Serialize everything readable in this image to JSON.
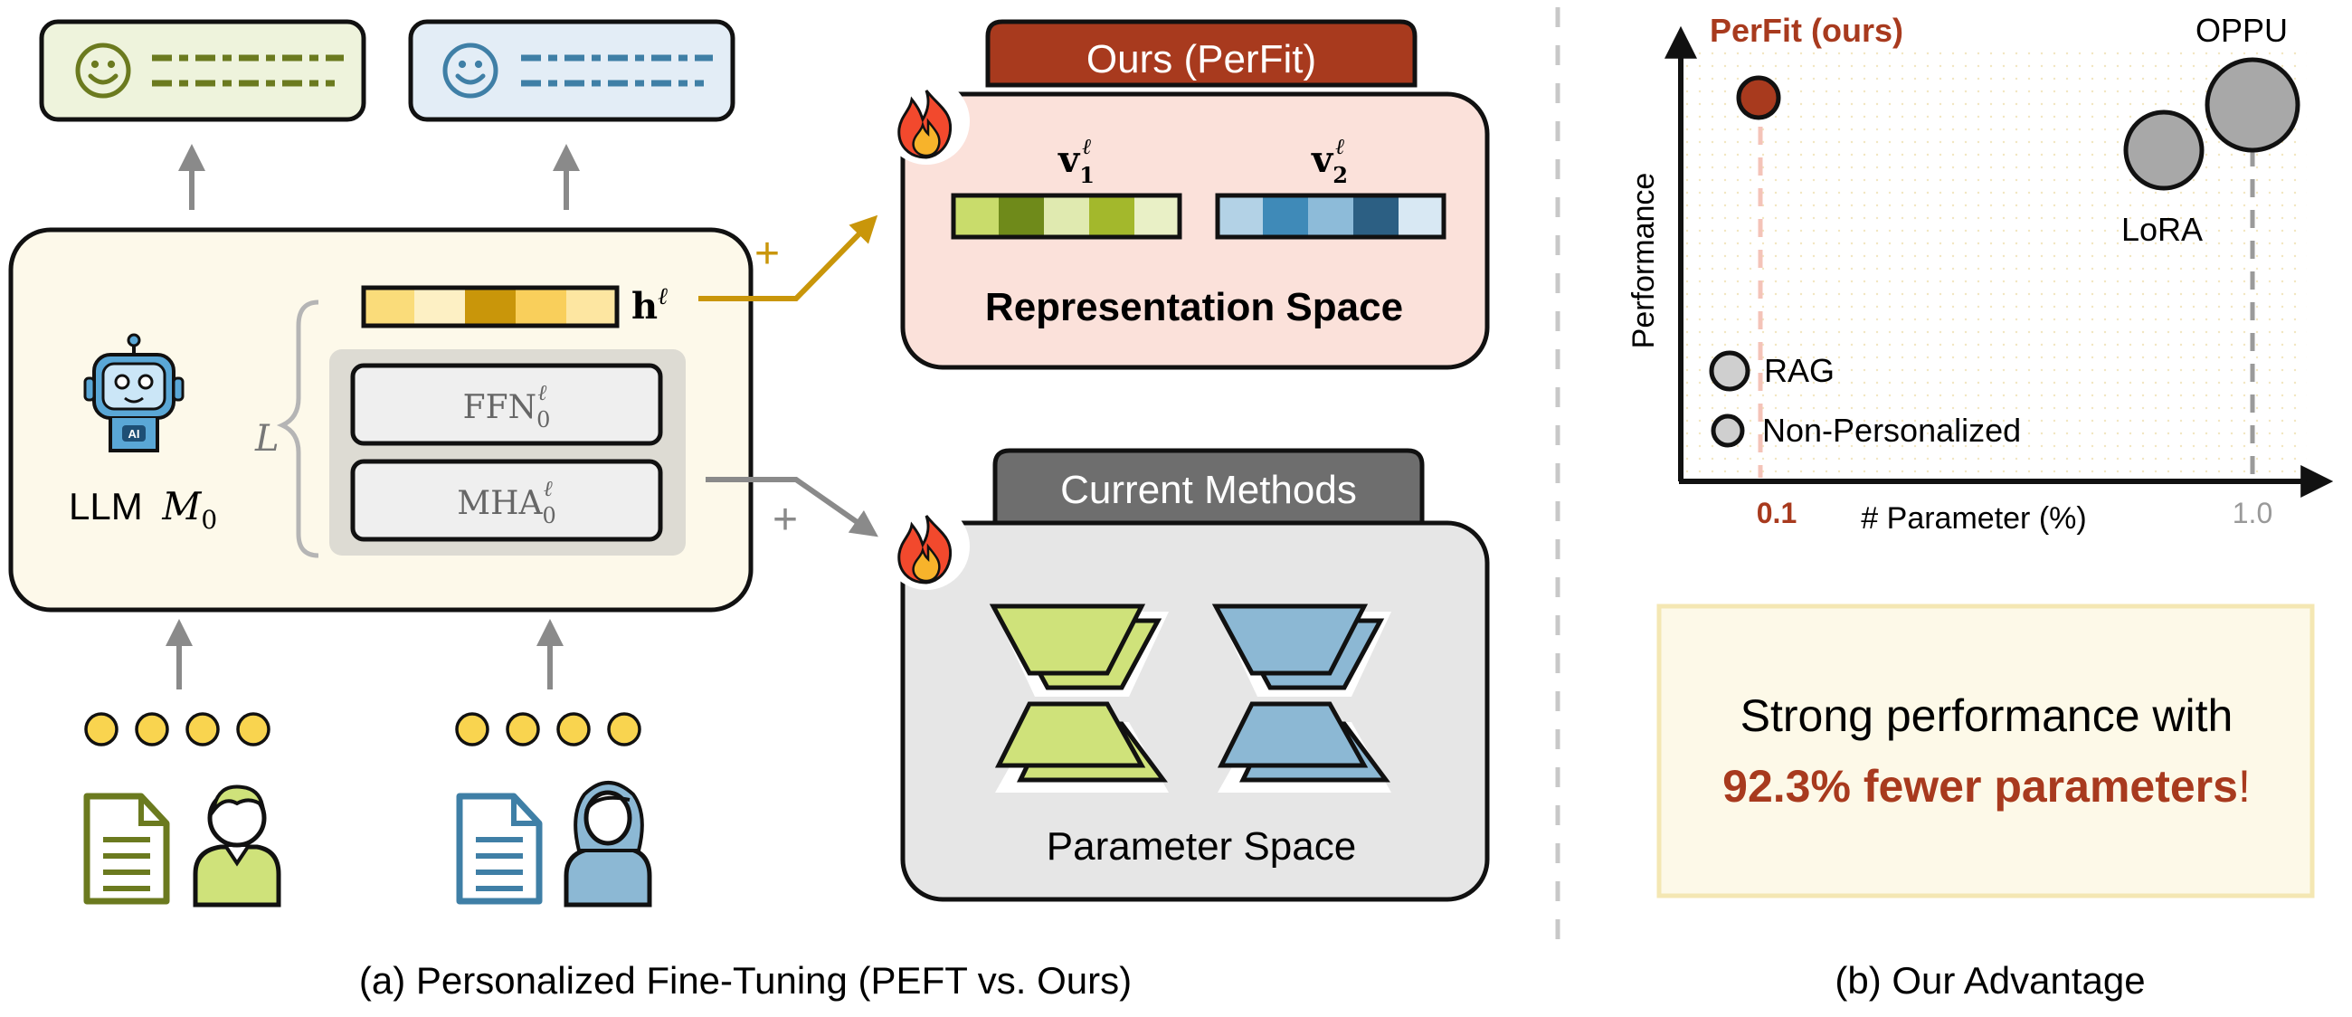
{
  "left_panel": {
    "caption": "(a) Personalized Fine-Tuning (PEFT vs. Ours)",
    "llm_label": "LLM",
    "llm_math": "M",
    "llm_sub": "0",
    "stack_depth": "L",
    "hidden_state": {
      "base": "h",
      "sup": "ℓ"
    },
    "ffn": {
      "base": "FFN",
      "sub": "0",
      "sup": "ℓ"
    },
    "mha": {
      "base": "MHA",
      "sub": "0",
      "sup": "ℓ"
    },
    "plus_sign": "+",
    "ours_tab": "Ours (PerFit)",
    "rep_space": "Representation Space",
    "v1": {
      "base": "v",
      "sub": "1",
      "sup": "ℓ"
    },
    "v2": {
      "base": "v",
      "sub": "2",
      "sup": "ℓ"
    },
    "current_tab": "Current Methods",
    "param_space": "Parameter Space",
    "colors": {
      "ours_red": "#a83a1e",
      "olive": "#6b7a1f",
      "blue": "#3f7fa6",
      "gold": "#c9960a",
      "gray_tab": "#6e6e6e"
    }
  },
  "right_panel": {
    "caption": "(b) Our Advantage",
    "ylabel": "Performance",
    "xlabel": "# Parameter (%)",
    "tick_01": "0.1",
    "tick_10": "1.0",
    "label_perfit": "PerFit (ours)",
    "label_oppu": "OPPU",
    "label_lora": "LoRA",
    "legend_rag": "RAG",
    "legend_nonpers": "Non-Personalized",
    "highlight_line1": "Strong performance with",
    "highlight_bold": "92.3% fewer parameters",
    "highlight_end": "!"
  },
  "chart_data": {
    "type": "scatter",
    "xlabel": "# Parameter (%)",
    "ylabel": "Performance",
    "x_ticks": [
      "0.1",
      "1.0"
    ],
    "series": [
      {
        "name": "PerFit (ours)",
        "x": 0.1,
        "color": "#a83a1e"
      },
      {
        "name": "OPPU",
        "x": 1.0,
        "color": "#a0a0a0"
      },
      {
        "name": "LoRA",
        "color": "#a0a0a0"
      },
      {
        "name": "RAG",
        "color": "#c8c8c8"
      },
      {
        "name": "Non-Personalized",
        "color": "#c8c8c8"
      }
    ]
  }
}
